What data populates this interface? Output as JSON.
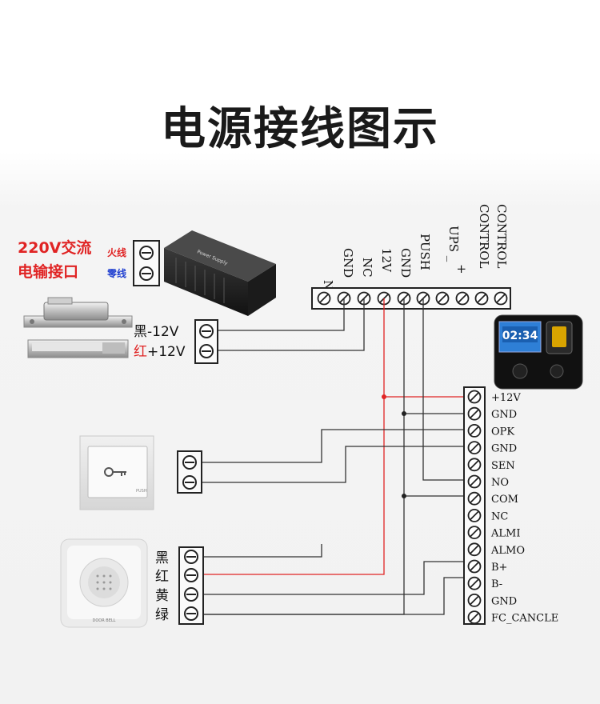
{
  "title": "电源接线图示",
  "ac_input": {
    "label_line1": "220V交流",
    "label_line2": "电输接口",
    "live": "火线",
    "neutral": "零线"
  },
  "power_supply": {
    "text": "Power Supply"
  },
  "top_terminals": [
    "NO",
    "GND",
    "NC",
    "12V",
    "GND",
    "PUSH",
    "UPS _",
    "+",
    "CONTROL",
    "CONTROL"
  ],
  "lock_wires": {
    "black": "黑-12V",
    "red": "红+12V"
  },
  "controller_screen": "02:34",
  "right_terminals": [
    "+12V",
    "GND",
    "OPK",
    "GND",
    "SEN",
    "NO",
    "COM",
    "NC",
    "ALMI",
    "ALMO",
    "B+",
    "B-",
    "GND",
    "FC_CANCLE"
  ],
  "exit_button_text": "PUSH",
  "doorbell": {
    "brand": "DOOR BELL",
    "wires": [
      "黑",
      "红",
      "黄",
      "绿"
    ]
  },
  "colors": {
    "red_wire": "#e02424",
    "black_wire": "#333333",
    "title": "#1a1a1a",
    "ac_label": "#e02424",
    "neutral_label": "#1f3fd0"
  }
}
